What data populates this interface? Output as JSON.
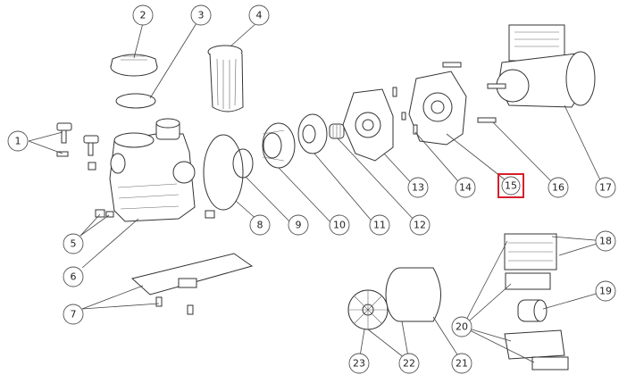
{
  "callouts": [
    {
      "label": "1"
    },
    {
      "label": "2"
    },
    {
      "label": "3"
    },
    {
      "label": "4"
    },
    {
      "label": "5"
    },
    {
      "label": "6"
    },
    {
      "label": "7"
    },
    {
      "label": "8"
    },
    {
      "label": "9"
    },
    {
      "label": "10"
    },
    {
      "label": "11"
    },
    {
      "label": "12"
    },
    {
      "label": "13"
    },
    {
      "label": "14"
    },
    {
      "label": "15",
      "highlighted": true
    },
    {
      "label": "16"
    },
    {
      "label": "17"
    },
    {
      "label": "18"
    },
    {
      "label": "19"
    },
    {
      "label": "20"
    },
    {
      "label": "21"
    },
    {
      "label": "22"
    },
    {
      "label": "23"
    }
  ],
  "colors": {
    "highlight": "#d4202a",
    "line": "#333333"
  }
}
